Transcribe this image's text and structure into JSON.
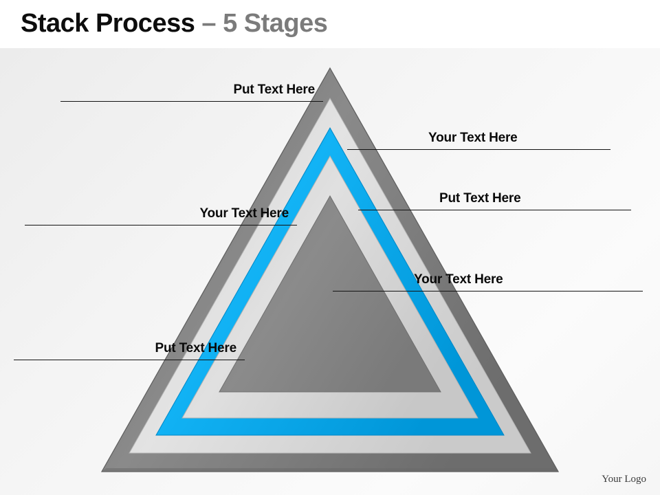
{
  "header": {
    "title_main": "Stack Process ",
    "title_sub": "– 5 Stages"
  },
  "diagram": {
    "name": "nested-stack-pyramid",
    "stage_count": 5,
    "colors": {
      "background": "#f2f2f2",
      "header_bg": "#ffffff",
      "title_main": "#0d0d0d",
      "title_sub": "#7b7b7b",
      "layer_outer_gray": "#7f7f7f",
      "layer_light_gray": "#d9d9d9",
      "layer_blue": "#00aeef",
      "layer_inner_gray": "#808080",
      "callout_line": "#121212",
      "callout_text": "#0a0a0a"
    },
    "layers": [
      {
        "index": 1,
        "name": "layer-outer-dark-gray",
        "color": "#7f7f7f"
      },
      {
        "index": 2,
        "name": "layer-light-gray-outer",
        "color": "#d9d9d9"
      },
      {
        "index": 3,
        "name": "layer-blue",
        "color": "#00aeef"
      },
      {
        "index": 4,
        "name": "layer-light-gray-inner",
        "color": "#d9d9d9"
      },
      {
        "index": 5,
        "name": "layer-core-gray",
        "color": "#808080"
      }
    ]
  },
  "callouts": [
    {
      "id": "callout-1",
      "side": "left",
      "text": "Put Text Here"
    },
    {
      "id": "callout-2",
      "side": "right",
      "text": "Your Text Here"
    },
    {
      "id": "callout-3",
      "side": "left",
      "text": "Your Text Here"
    },
    {
      "id": "callout-4",
      "side": "right",
      "text": "Put Text Here"
    },
    {
      "id": "callout-5",
      "side": "right",
      "text": "Your Text Here"
    },
    {
      "id": "callout-6",
      "side": "left",
      "text": "Put Text Here"
    }
  ],
  "footer": {
    "logo_text": "Your Logo"
  }
}
